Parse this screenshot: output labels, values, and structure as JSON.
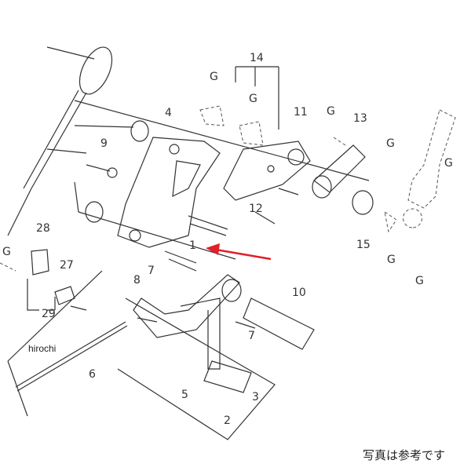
{
  "watermark": "hirochi",
  "note": "写真は参考です",
  "arrow_color": "#e0202a",
  "labels": [
    "14",
    "G",
    "G",
    "11",
    "G",
    "13",
    "G",
    "G",
    "4",
    "9",
    "12",
    "15",
    "G",
    "G",
    "28",
    "27",
    "29",
    "G",
    "1",
    "8",
    "7",
    "10",
    "7",
    "6",
    "5",
    "3",
    "2",
    "G",
    "G"
  ]
}
